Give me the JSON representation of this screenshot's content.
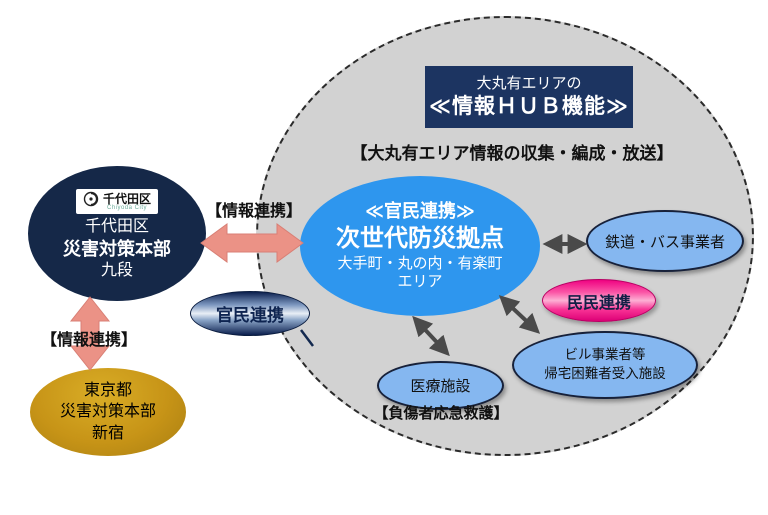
{
  "area": {
    "fill": "#d2d2d2",
    "border": "#2b2b2b"
  },
  "hub_box": {
    "line1": "大丸有エリアの",
    "line2": "≪情報ＨＵＢ機能≫",
    "bg": "#1c3461"
  },
  "hub_subtitle": "【大丸有エリア情報の収集・編成・放送】",
  "chiyoda_hq": {
    "logo_title": "千代田区",
    "logo_subtitle": "Chiyoda City",
    "line1": "千代田区",
    "line2": "災害対策本部",
    "line3": "九段",
    "fill": "#152848"
  },
  "center_hub": {
    "line1": "≪官民連携≫",
    "line2": "次世代防災拠点",
    "line3": "大手町・丸の内・有楽町",
    "line4": "エリア",
    "fill": "#2e96ee"
  },
  "kanmin_badge": {
    "label": "官民連携"
  },
  "minmin_badge": {
    "label": "民民連携",
    "accent": "#ef0282"
  },
  "railway_node": {
    "label": "鉄道・バス事業者",
    "fill": "#85b7f0"
  },
  "building_node": {
    "line1": "ビル事業者等",
    "line2": "帰宅困難者受入施設",
    "fill": "#85b7f0"
  },
  "medical_node": {
    "label": "医療施設",
    "caption": "【負傷者応急救護】",
    "fill": "#85b7f0"
  },
  "tokyo_hq": {
    "line1": "東京都",
    "line2": "災害対策本部",
    "line3": "新宿",
    "fill": "#c79417"
  },
  "info_link_left": {
    "label": "【情報連携】"
  },
  "info_link_bottom": {
    "label": "【情報連携】"
  },
  "arrows": {
    "info_color": "#eb9286",
    "link_color": "#4a4a4a"
  }
}
